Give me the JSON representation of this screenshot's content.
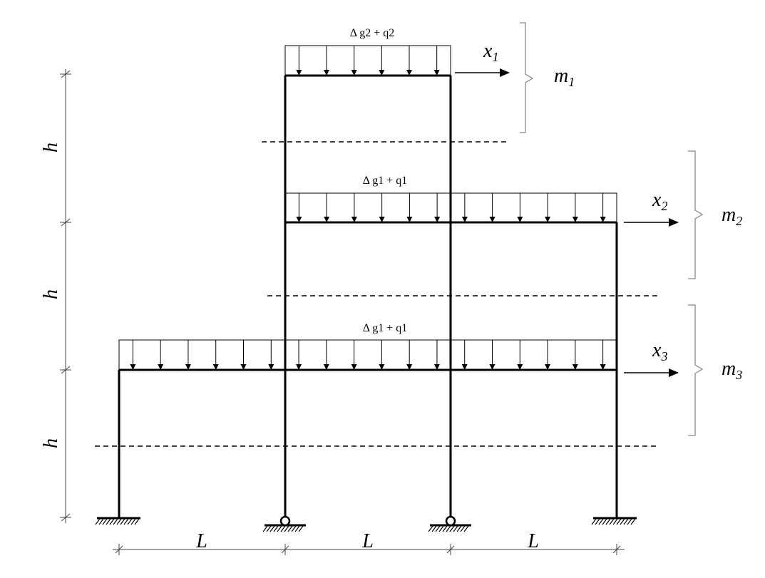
{
  "loads": {
    "roof": "Δ g2 + q2",
    "floor2": "Δ g1 + q1",
    "floor1": "Δ g1 + q1"
  },
  "dofs": [
    {
      "x_base": "x",
      "x_sub": "1",
      "m_base": "m",
      "m_sub": "1"
    },
    {
      "x_base": "x",
      "x_sub": "2",
      "m_base": "m",
      "m_sub": "2"
    },
    {
      "x_base": "x",
      "x_sub": "3",
      "m_base": "m",
      "m_sub": "3"
    }
  ],
  "dimensions": {
    "story_height": "h",
    "bay_width": "L"
  }
}
